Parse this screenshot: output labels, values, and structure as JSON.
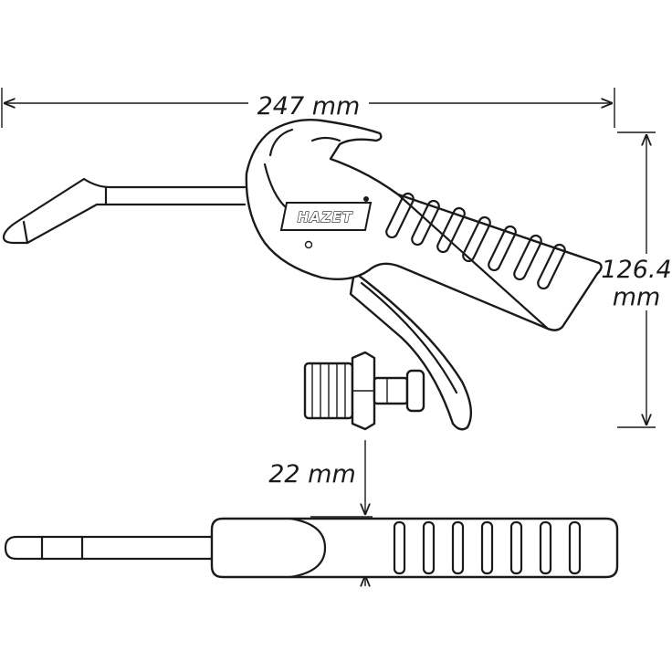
{
  "dimensions": {
    "length": "247 mm",
    "height_value": "126.4",
    "height_unit": "mm",
    "width": "22 mm"
  },
  "logo": {
    "text": "HAZET"
  },
  "colors": {
    "line": "#1a1a1a",
    "background": "#ffffff"
  }
}
